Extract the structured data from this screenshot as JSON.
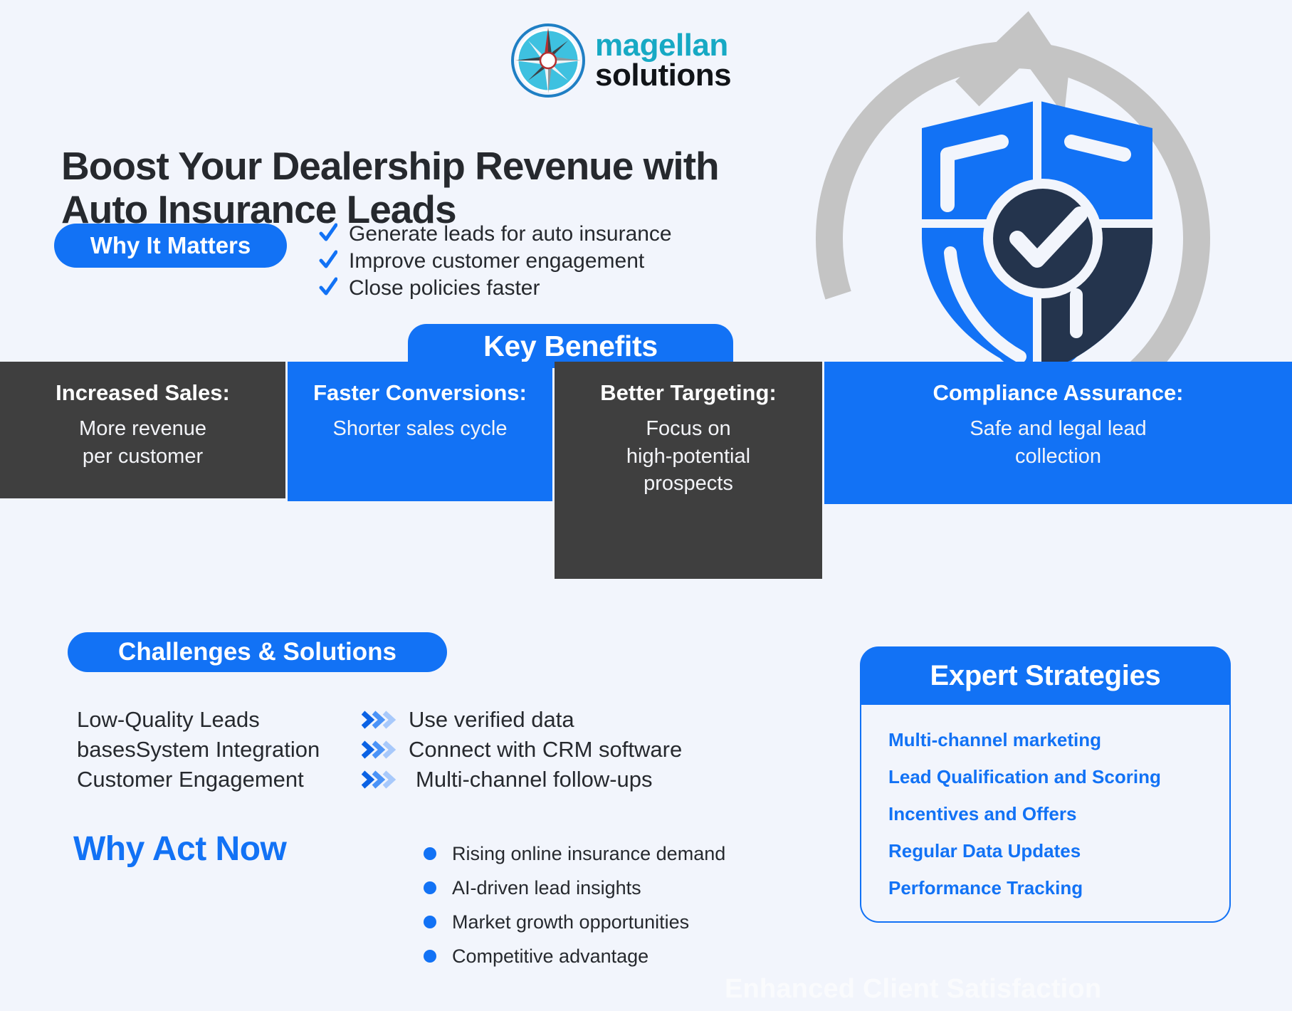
{
  "brand": {
    "name_top": "magellan",
    "name_bottom": "solutions",
    "logo_icon": "compass-rose-icon",
    "teal": "#17a9c4",
    "dark": "#111418"
  },
  "colors": {
    "background": "#f2f5fc",
    "accent_blue": "#1272f5",
    "dark_panel": "#3f3f3f",
    "navy": "#24344d",
    "grey_arrow": "#c4c4c4"
  },
  "headline": "Boost Your Dealership Revenue with Auto Insurance Leads",
  "hero_icon": "shield-check-refresh-icon",
  "why_it_matters": {
    "label": "Why It Matters",
    "bullet_icon": "check-icon",
    "items": [
      "Generate leads for auto insurance",
      "Improve customer engagement",
      "Close policies faster"
    ]
  },
  "key_benefits": {
    "tab_label": "Key Benefits",
    "columns": [
      {
        "title": "Increased Sales:",
        "text": "More revenue\nper customer",
        "style": "dark"
      },
      {
        "title": "Faster Conversions:",
        "text": "Shorter sales cycle",
        "style": "blue"
      },
      {
        "title": "Better Targeting:",
        "text": "Focus on\nhigh-potential\nprospects",
        "style": "dark"
      },
      {
        "title": "Compliance Assurance:",
        "text": "Safe and legal lead\ncollection",
        "style": "blue"
      }
    ]
  },
  "challenges_solutions": {
    "label": "Challenges & Solutions",
    "arrow_icon": "triple-chevron-right-icon",
    "rows": [
      {
        "challenge": "Low-Quality Leads",
        "solution": "Use verified data"
      },
      {
        "challenge": "basesSystem Integration",
        "solution": "Connect with CRM software"
      },
      {
        "challenge": "Customer Engagement",
        "solution": "Multi-channel follow-ups"
      }
    ]
  },
  "why_act_now": {
    "heading": "Why Act Now",
    "bullet_icon": "dot-icon",
    "items": [
      "Rising online insurance demand",
      "AI-driven lead insights",
      "Market growth opportunities",
      "Competitive advantage"
    ]
  },
  "expert_strategies": {
    "heading": "Expert Strategies",
    "items": [
      "Multi-channel marketing",
      "Lead Qualification and Scoring",
      "Incentives and Offers",
      "Regular Data Updates",
      "Performance Tracking"
    ]
  },
  "footer_watermark": "Enhanced Client Satisfaction"
}
